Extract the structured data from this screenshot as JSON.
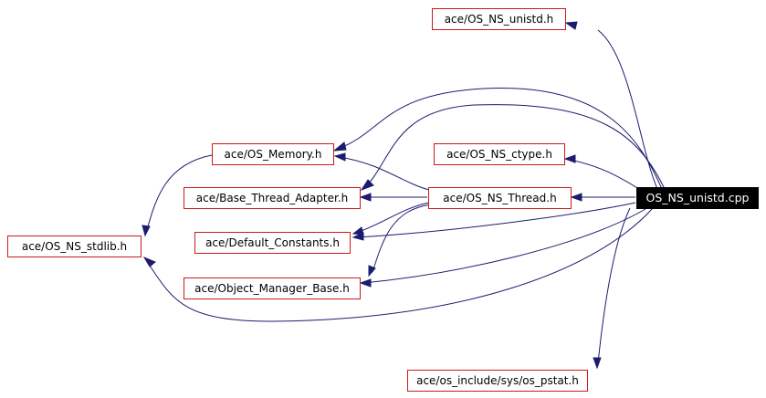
{
  "graph": {
    "nodes": {
      "os_ns_unistd_h": "ace/OS_NS_unistd.h",
      "os_memory_h": "ace/OS_Memory.h",
      "os_ns_ctype_h": "ace/OS_NS_ctype.h",
      "base_thread_adapter_h": "ace/Base_Thread_Adapter.h",
      "os_ns_thread_h": "ace/OS_NS_Thread.h",
      "os_ns_unistd_cpp": "OS_NS_unistd.cpp",
      "os_ns_stdlib_h": "ace/OS_NS_stdlib.h",
      "default_constants_h": "ace/Default_Constants.h",
      "object_manager_base_h": "ace/Object_Manager_Base.h",
      "os_pstat_h": "ace/os_include/sys/os_pstat.h"
    },
    "colors": {
      "node_border": "#cc1a1a",
      "edge": "#1c1c6e",
      "root_fill": "#000000",
      "root_text": "#ffffff"
    }
  }
}
